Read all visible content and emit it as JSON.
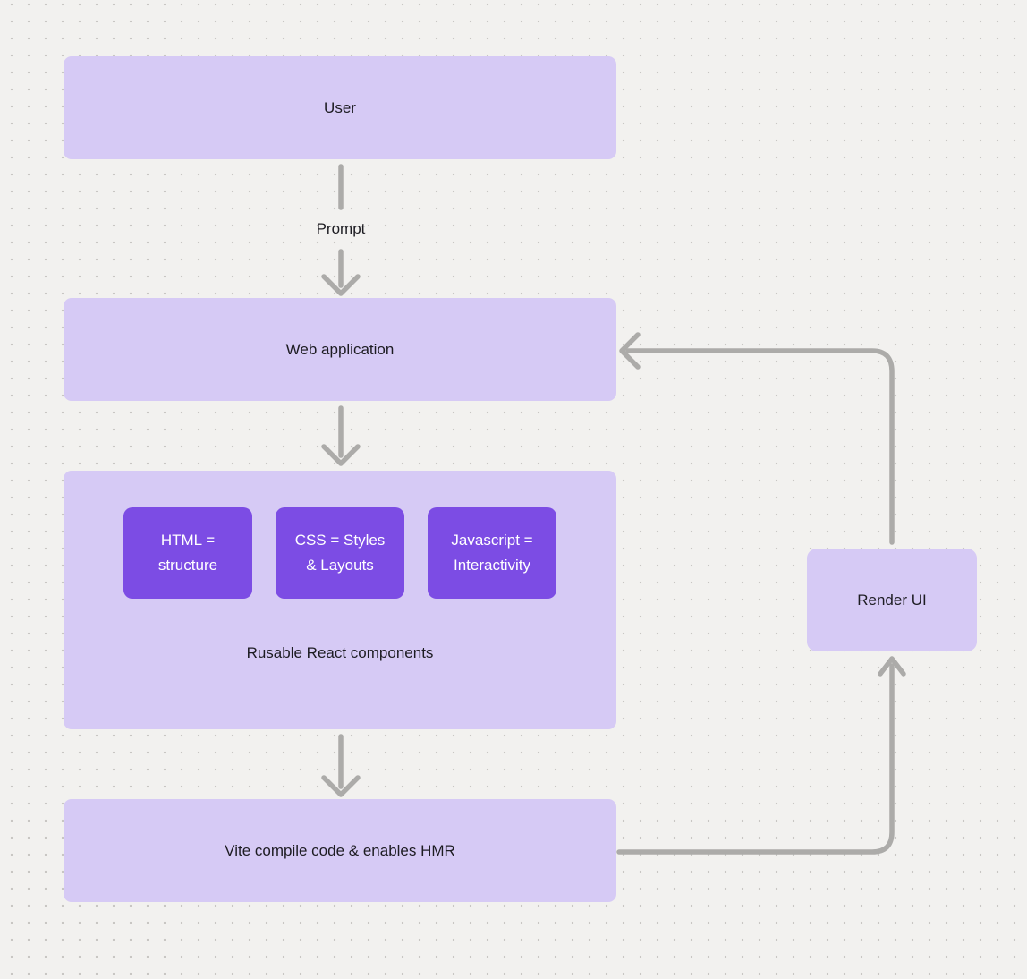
{
  "diagram": {
    "nodes": {
      "user": {
        "label": "User"
      },
      "web_application": {
        "label": "Web application"
      },
      "react_components_group": {
        "label": "Rusable React components"
      },
      "html_box": {
        "lines": [
          "HTML =",
          "structure"
        ]
      },
      "css_box": {
        "lines": [
          "CSS = Styles",
          "& Layouts"
        ]
      },
      "js_box": {
        "lines": [
          "Javascript =",
          "Interactivity"
        ]
      },
      "vite": {
        "label": "Vite compile code & enables HMR"
      },
      "render_ui": {
        "label": "Render UI"
      }
    },
    "edges": [
      {
        "from": "user",
        "to": "web_application",
        "label": "Prompt",
        "direction": "down"
      },
      {
        "from": "web_application",
        "to": "react_components_group",
        "label": "",
        "direction": "down"
      },
      {
        "from": "react_components_group",
        "to": "vite",
        "label": "",
        "direction": "down"
      },
      {
        "from": "vite",
        "to": "render_ui",
        "label": "",
        "direction": "right-then-up"
      },
      {
        "from": "render_ui",
        "to": "web_application",
        "label": "",
        "direction": "up-then-left"
      }
    ]
  },
  "colors": {
    "bg": "#F2F1EF",
    "dot": "#C8C6C3",
    "node-fill": "#D6CAF5",
    "accent-fill": "#7C4CE4",
    "connector": "#ACABA9",
    "ink": "#1D1C22",
    "inner-text": "#FFFFFF"
  }
}
